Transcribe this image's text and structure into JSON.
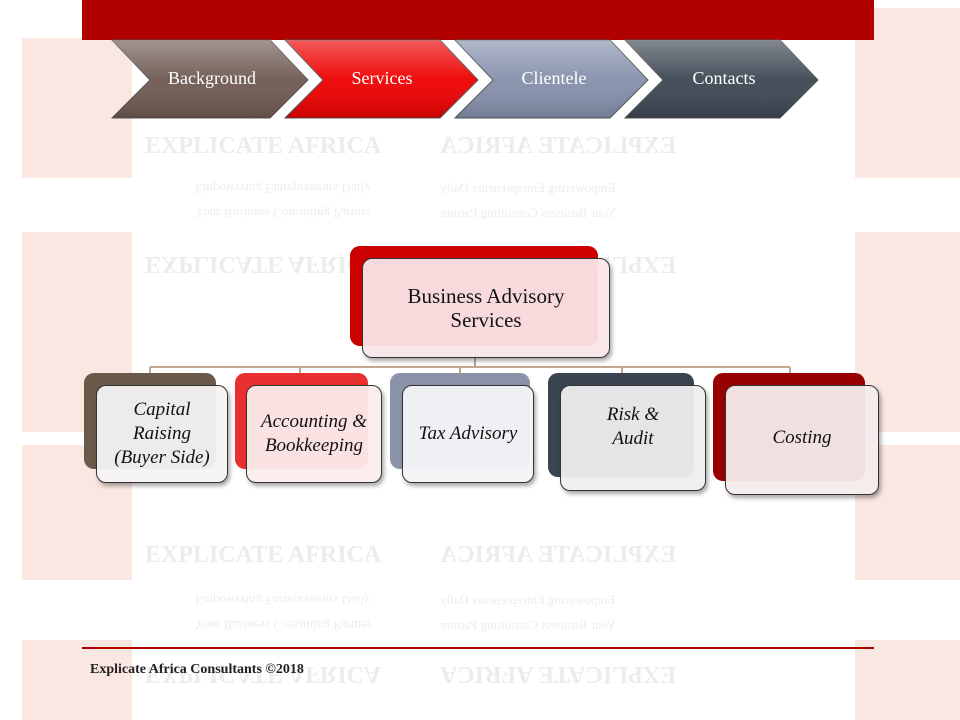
{
  "nav": {
    "items": [
      {
        "label": "Background",
        "color": "#6f5a52"
      },
      {
        "label": "Services",
        "color": "#ee0000"
      },
      {
        "label": "Clientele",
        "color": "#8590ab"
      },
      {
        "label": "Contacts",
        "color": "#3e4753"
      }
    ]
  },
  "watermark": {
    "brand": "EXPLICATE AFRICA",
    "tagline": "Empowering Entrepreneurs Daily",
    "tagline2": "Your Business Consulting Partner"
  },
  "org": {
    "root": "Business Advisory Services",
    "children": [
      {
        "label": "Capital Raising (Buyer Side)",
        "color": "#6b5a4c"
      },
      {
        "label": "Accounting & Bookkeeping",
        "color": "#e83030"
      },
      {
        "label": "Tax Advisory",
        "color": "#8a93a8"
      },
      {
        "label": "Risk & Audit",
        "color": "#3a4350"
      },
      {
        "label": "Costing",
        "color": "#990000"
      }
    ]
  },
  "footer": {
    "text": "Explicate Africa Consultants  ©2018"
  },
  "colors": {
    "brand_red": "#b00000"
  }
}
